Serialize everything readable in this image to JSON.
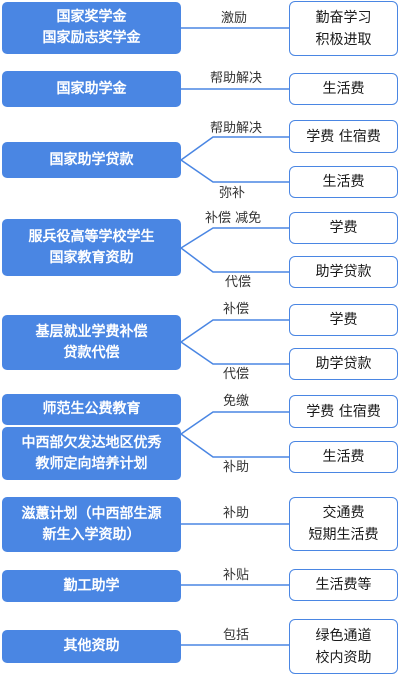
{
  "colors": {
    "accent": "#4a86e3",
    "left_text": "#ffffff"
  },
  "rows": [
    {
      "left": "国家奖学金\n国家励志奖学金",
      "edges": [
        "激励"
      ],
      "targets": [
        "勤奋学习\n积极进取"
      ]
    },
    {
      "left": "国家助学金",
      "edges": [
        "帮助解决"
      ],
      "targets": [
        "生活费"
      ]
    },
    {
      "left": "国家助学贷款",
      "edges": [
        "帮助解决",
        "弥补"
      ],
      "targets": [
        "学费  住宿费",
        "生活费"
      ]
    },
    {
      "left": "服兵役高等学校学生\n国家教育资助",
      "edges": [
        "补偿  减免",
        "代偿"
      ],
      "targets": [
        "学费",
        "助学贷款"
      ]
    },
    {
      "left": "基层就业学费补偿\n贷款代偿",
      "edges": [
        "补偿",
        "代偿"
      ],
      "targets": [
        "学费",
        "助学贷款"
      ]
    },
    {
      "left": "师范生公费教育",
      "edges": [
        "免缴"
      ],
      "targets": [
        "学费  住宿费"
      ]
    },
    {
      "left": "中西部欠发达地区优秀\n教师定向培养计划",
      "edges": [
        "补助"
      ],
      "targets": [
        "生活费"
      ]
    },
    {
      "left": "滋蕙计划（中西部生源\n新生入学资助）",
      "edges": [
        "补助"
      ],
      "targets": [
        "交通费\n短期生活费"
      ]
    },
    {
      "left": "勤工助学",
      "edges": [
        "补贴"
      ],
      "targets": [
        "生活费等"
      ]
    },
    {
      "left": "其他资助",
      "edges": [
        "包括"
      ],
      "targets": [
        "绿色通道\n校内资助"
      ]
    }
  ]
}
